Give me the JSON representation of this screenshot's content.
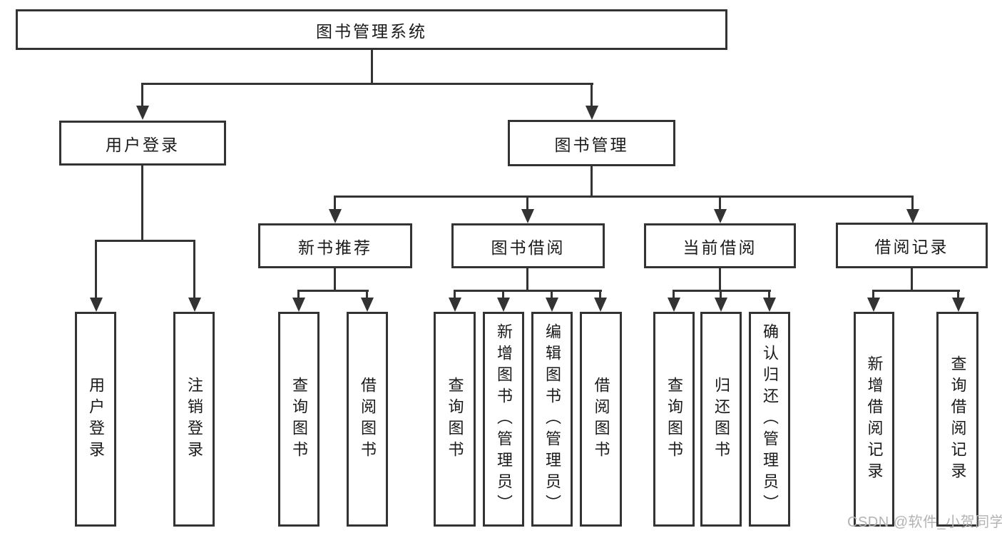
{
  "diagram": {
    "root": {
      "label": "图书管理系统"
    },
    "level2": [
      {
        "label": "用户登录"
      },
      {
        "label": "图书管理"
      }
    ],
    "level3": [
      {
        "label": "新书推荐"
      },
      {
        "label": "图书借阅"
      },
      {
        "label": "当前借阅"
      },
      {
        "label": "借阅记录"
      }
    ],
    "leaves": [
      {
        "label": "用户登录"
      },
      {
        "label": "注销登录"
      },
      {
        "label": "查询图书"
      },
      {
        "label": "借阅图书"
      },
      {
        "label": "查询图书"
      },
      {
        "label": "新增图书（管理员）"
      },
      {
        "label": "编辑图书（管理员）"
      },
      {
        "label": "借阅图书"
      },
      {
        "label": "查询图书"
      },
      {
        "label": "归还图书"
      },
      {
        "label": "确认归还（管理员）"
      },
      {
        "label": "新增借阅记录"
      },
      {
        "label": "查询借阅记录"
      }
    ],
    "watermark": "CSDN @软件_小贺同学",
    "colors": {
      "line": "#333333",
      "text": "#1a1a1a",
      "background": "#ffffff",
      "watermark": "#b3b3b3"
    }
  }
}
